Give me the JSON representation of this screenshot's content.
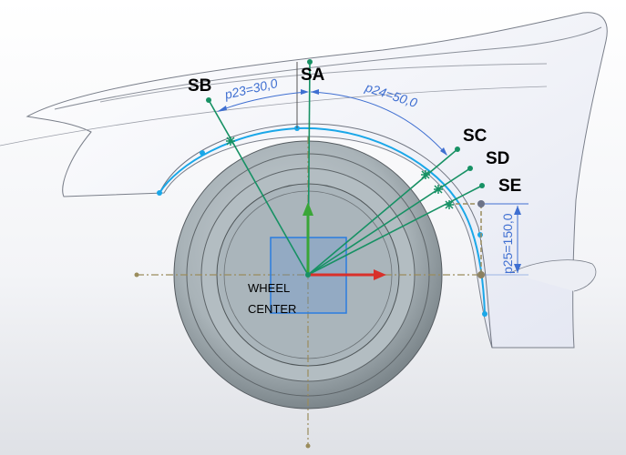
{
  "point_labels": [
    "SA",
    "SB",
    "SC",
    "SD",
    "SE"
  ],
  "dimensions": {
    "p23": "p23=30,0",
    "p24": "p24=50,0",
    "p25": "p25=150,0"
  },
  "wheel_center": {
    "line1": "WHEEL",
    "line2": "CENTER"
  },
  "colors": {
    "dimension": "#3f6fd1",
    "arch_curve": "#1aa7e8",
    "point_lines": "#179164",
    "axis_x": "#d9302a",
    "axis_y": "#3aa637",
    "centerline": "#9a8c5c"
  }
}
